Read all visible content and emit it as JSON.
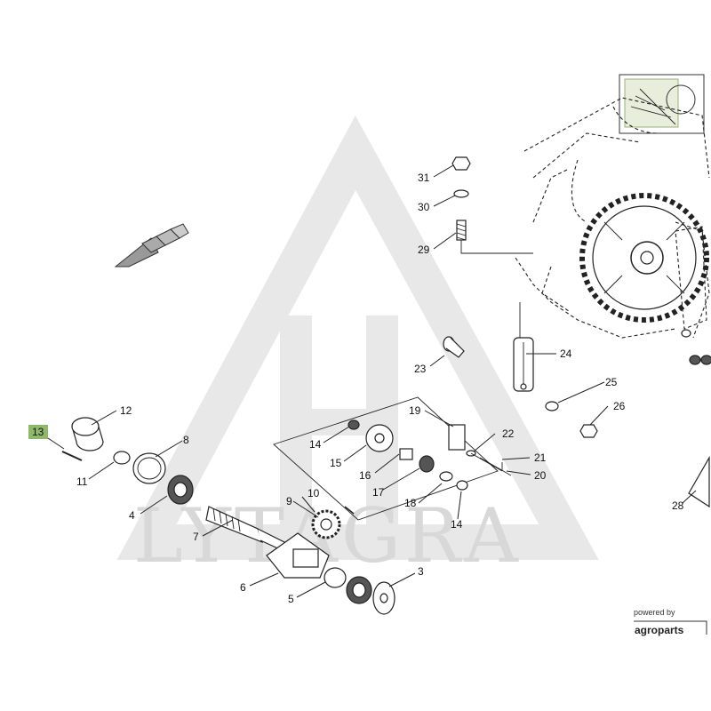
{
  "diagram": {
    "watermark": "LYTAGRA",
    "highlighted_callout": "13",
    "callouts": {
      "c1": "31",
      "c2": "30",
      "c3": "29",
      "c4": "24",
      "c5": "23",
      "c6": "25",
      "c7": "26",
      "c8": "19",
      "c9": "22",
      "c10": "21",
      "c11": "20",
      "c12": "14",
      "c13": "15",
      "c14": "16",
      "c15": "17",
      "c16": "18",
      "c17": "14",
      "c18": "12",
      "c19": "8",
      "c20": "11",
      "c21": "4",
      "c22": "10",
      "c23": "9",
      "c24": "7",
      "c25": "6",
      "c26": "5",
      "c27": "3",
      "c28": "28"
    }
  },
  "branding": {
    "powered_by": "powered by",
    "name": "agroparts"
  }
}
